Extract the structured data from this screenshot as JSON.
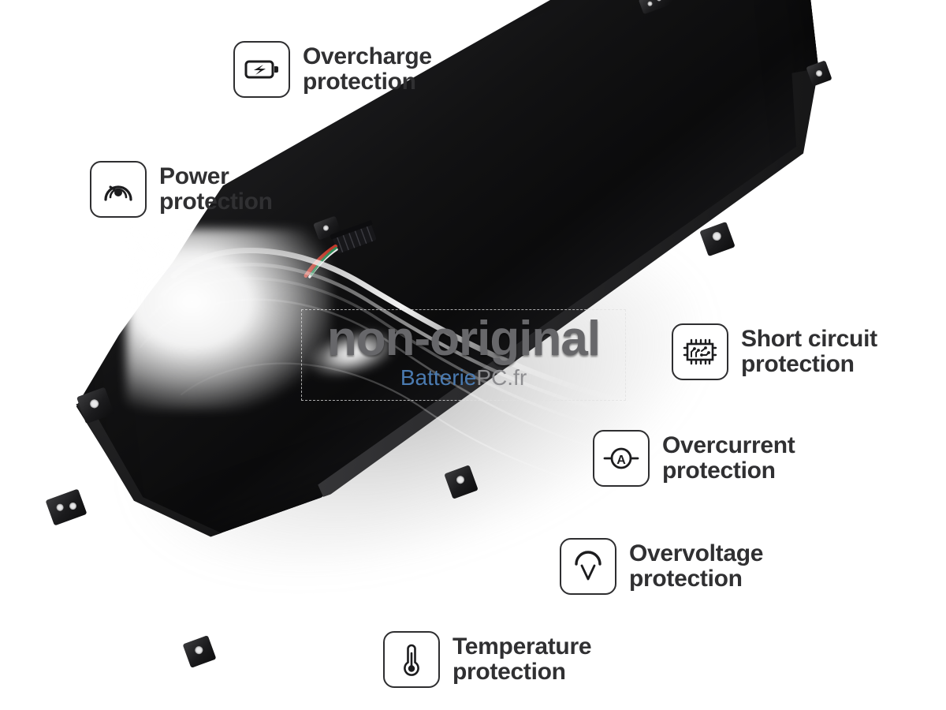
{
  "watermark": {
    "main": "non-original",
    "brand_prefix": "Batterie",
    "brand_suffix": "PC.fr",
    "brand_prefix_color": "#4a7ab0",
    "brand_suffix_color": "#8d8d90",
    "main_color": "#67676a"
  },
  "product": {
    "type": "laptop-battery-pack",
    "body_color": "#111113",
    "background_color": "#ffffff"
  },
  "features": [
    {
      "id": "overcharge",
      "icon": "battery-bolt-icon",
      "label": "Overcharge\nprotection",
      "line1": "Overcharge",
      "line2": "protection"
    },
    {
      "id": "power",
      "icon": "gauge-icon",
      "label": "Power\nprotection",
      "line1": "Power",
      "line2": "protection"
    },
    {
      "id": "short-circuit",
      "icon": "integrated-circuit-icon",
      "label": "Short circuit\nprotection",
      "line1": "Short circuit",
      "line2": "protection"
    },
    {
      "id": "overcurrent",
      "icon": "ammeter-icon",
      "label": "Overcurrent\nprotection",
      "line1": "Overcurrent",
      "line2": "protection"
    },
    {
      "id": "overvoltage",
      "icon": "voltmeter-arc-icon",
      "label": "Overvoltage\nprotection",
      "line1": "Overvoltage",
      "line2": "protection"
    },
    {
      "id": "temperature",
      "icon": "thermometer-icon",
      "label": "Temperature\nprotection",
      "line1": "Temperature",
      "line2": "protection"
    }
  ],
  "theme": {
    "label_color": "#303032",
    "icon_stroke_color": "#2e2e30"
  }
}
